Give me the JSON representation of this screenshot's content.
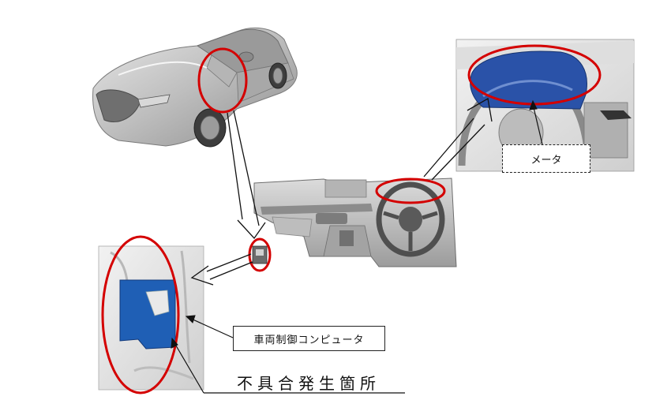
{
  "labels": {
    "meter": "メータ",
    "ecu": "車両制御コンピュータ",
    "fault_location": "不具合発生箇所"
  },
  "colors": {
    "highlight_ring": "#d40000",
    "ecu_blue": "#1f5fb5",
    "meter_blue": "#2a52a8",
    "outline": "#222222"
  }
}
